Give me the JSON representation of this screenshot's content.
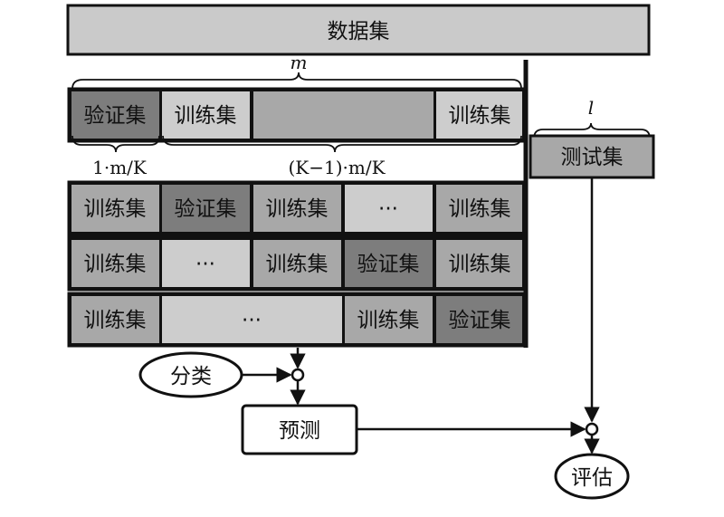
{
  "dataset": "数据集",
  "m_label": "m",
  "l_label": "l",
  "val_width_label": "1·m/K",
  "train_width_label": "(K−1)·m/K",
  "test_set": "测试集",
  "classify": "分类",
  "predict": "预测",
  "evaluate": "评估",
  "rows": [
    [
      "验证集",
      "训练集",
      "",
      "训练集"
    ],
    [
      "训练集",
      "验证集",
      "训练集",
      "···",
      "训练集"
    ],
    [
      "训练集",
      "···",
      "训练集",
      "验证集",
      "训练集"
    ],
    [
      "训练集",
      "···",
      "训练集",
      "验证集"
    ]
  ],
  "colors": {
    "light": "#c8c8c8",
    "mid": "#a0a0a0",
    "dark": "#787878",
    "line": "#111111"
  }
}
